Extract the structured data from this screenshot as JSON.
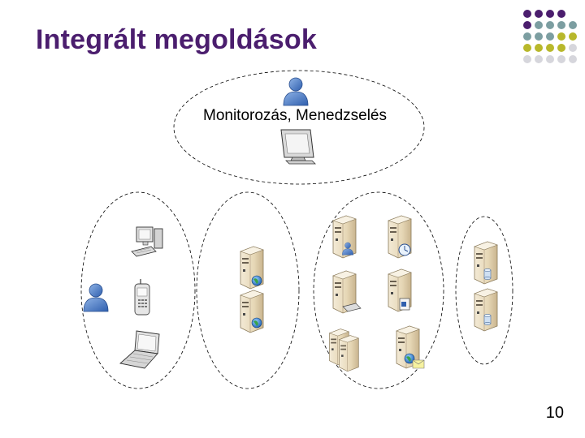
{
  "slide": {
    "title": "Integrált megoldások",
    "page_number": "10"
  },
  "diagram": {
    "top_label": "Monitorozás, Menedzselés"
  },
  "colors": {
    "title": "#4b1e6e",
    "dot_purple": "#4b1e6e",
    "dot_teal": "#7c9ea1",
    "dot_olive": "#b8b82b",
    "dot_grey": "#d6d6dc",
    "server_body": "#e8dcc4",
    "server_shade": "#c4b08c"
  },
  "icons": {
    "clients": [
      "user-icon",
      "desktop-computer-icon",
      "mobile-phone-icon",
      "laptop-icon"
    ],
    "management": [
      "user-icon",
      "monitor-icon"
    ],
    "web_servers": [
      "web-server-icon",
      "web-server-icon"
    ],
    "app_servers": [
      "user-server-icon",
      "clock-server-icon",
      "server-icon",
      "document-server-icon",
      "cluster-server-icon",
      "web-mail-server-icon"
    ],
    "db_servers": [
      "database-server-icon",
      "database-server-icon"
    ]
  }
}
